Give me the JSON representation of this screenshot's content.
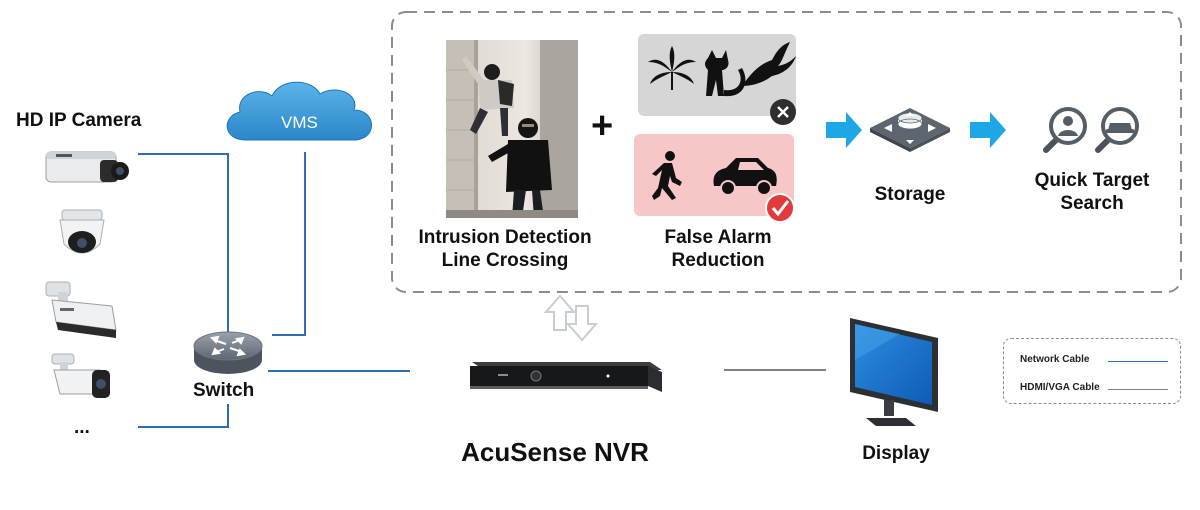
{
  "labels": {
    "camera_group": "HD IP Camera",
    "ellipsis": "...",
    "switch": "Switch",
    "vms": "VMS",
    "plus": "+",
    "intrusion_line1": "Intrusion Detection",
    "intrusion_line2": "Line Crossing",
    "false_alarm_line1": "False Alarm",
    "false_alarm_line2": "Reduction",
    "storage": "Storage",
    "quick_search_line1": "Quick Target",
    "quick_search_line2": "Search",
    "nvr": "AcuSense NVR",
    "display": "Display"
  },
  "legend": {
    "network_cable": "Network Cable",
    "hdmi_vga_cable": "HDMI/VGA Cable"
  },
  "colors": {
    "network_cable": "#2f6eb5",
    "hdmi_cable": "#808080",
    "arrow_blue": "#1ea7e6",
    "cloud_blue": "#2e97d8",
    "rejected_panel": "#d6d6d6",
    "accepted_panel": "#f7c7c7",
    "reject_badge": "#333333",
    "accept_badge": "#e23a3a"
  },
  "icons": {
    "rejected_targets": [
      "leaf-icon",
      "cat-icon",
      "bird-icon"
    ],
    "accepted_targets": [
      "person-walking-icon",
      "car-icon"
    ],
    "storage": "storage-icon",
    "search": [
      "face-search-icon",
      "vehicle-search-icon"
    ]
  }
}
